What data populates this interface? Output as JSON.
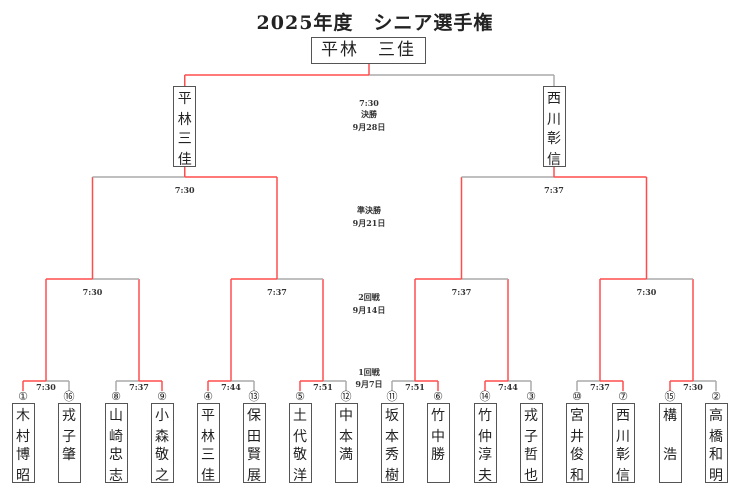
{
  "title": "2025年度　シニア選手権",
  "champion": "平林　三佳",
  "rounds": {
    "final": {
      "time": "7:30",
      "name": "決勝",
      "date": "9月28日"
    },
    "semi": {
      "name": "準決勝",
      "date": "9月21日"
    },
    "r2": {
      "name": "2回戦",
      "date": "9月14日"
    },
    "r1": {
      "name": "1回戦",
      "date": "9月7日"
    }
  },
  "players": [
    {
      "seed": "①",
      "family": "木村",
      "given": "博昭"
    },
    {
      "seed": "⑯",
      "family": "戎子",
      "given": "肇"
    },
    {
      "seed": "⑧",
      "family": "山崎",
      "given": "忠志"
    },
    {
      "seed": "⑨",
      "family": "小森",
      "given": "敬之"
    },
    {
      "seed": "④",
      "family": "平林",
      "given": "三佳"
    },
    {
      "seed": "⑬",
      "family": "保田",
      "given": "賢展"
    },
    {
      "seed": "⑤",
      "family": "土代",
      "given": "敬洋"
    },
    {
      "seed": "⑫",
      "family": "中本",
      "given": "満"
    },
    {
      "seed": "⑪",
      "family": "坂本",
      "given": "秀樹"
    },
    {
      "seed": "⑥",
      "family": "竹中",
      "given": "勝"
    },
    {
      "seed": "⑭",
      "family": "竹仲",
      "given": "淳夫"
    },
    {
      "seed": "③",
      "family": "戎子",
      "given": "哲也"
    },
    {
      "seed": "⑩",
      "family": "宮井",
      "given": "俊和"
    },
    {
      "seed": "⑦",
      "family": "西川",
      "given": "彰信"
    },
    {
      "seed": "⑮",
      "family": "構",
      "given": "浩"
    },
    {
      "seed": "②",
      "family": "高橋",
      "given": "和明"
    }
  ],
  "r1_matches": [
    {
      "time": "7:30",
      "winner": 0
    },
    {
      "time": "7:37",
      "winner": 1
    },
    {
      "time": "7:44",
      "winner": 0
    },
    {
      "time": "7:51",
      "winner": 0
    },
    {
      "time": "7:51",
      "winner": 1
    },
    {
      "time": "7:44",
      "winner": 0
    },
    {
      "time": "7:37",
      "winner": 1
    },
    {
      "time": "7:30",
      "winner": 0
    }
  ],
  "r2_matches": [
    {
      "time": "7:30",
      "winner": 0
    },
    {
      "time": "7:37",
      "winner": 0
    },
    {
      "time": "7:37",
      "winner": 0
    },
    {
      "time": "7:30",
      "winner": 0
    }
  ],
  "semi_matches": [
    {
      "time": "7:30",
      "winner": 1,
      "family": "平林",
      "given": "三佳"
    },
    {
      "time": "7:37",
      "winner": 1,
      "family": "西川",
      "given": "彰信"
    }
  ],
  "final_match": {
    "winner": 0
  },
  "colors": {
    "win": "#ff4d4d",
    "lose": "#aaaaaa",
    "border": "#555555"
  }
}
